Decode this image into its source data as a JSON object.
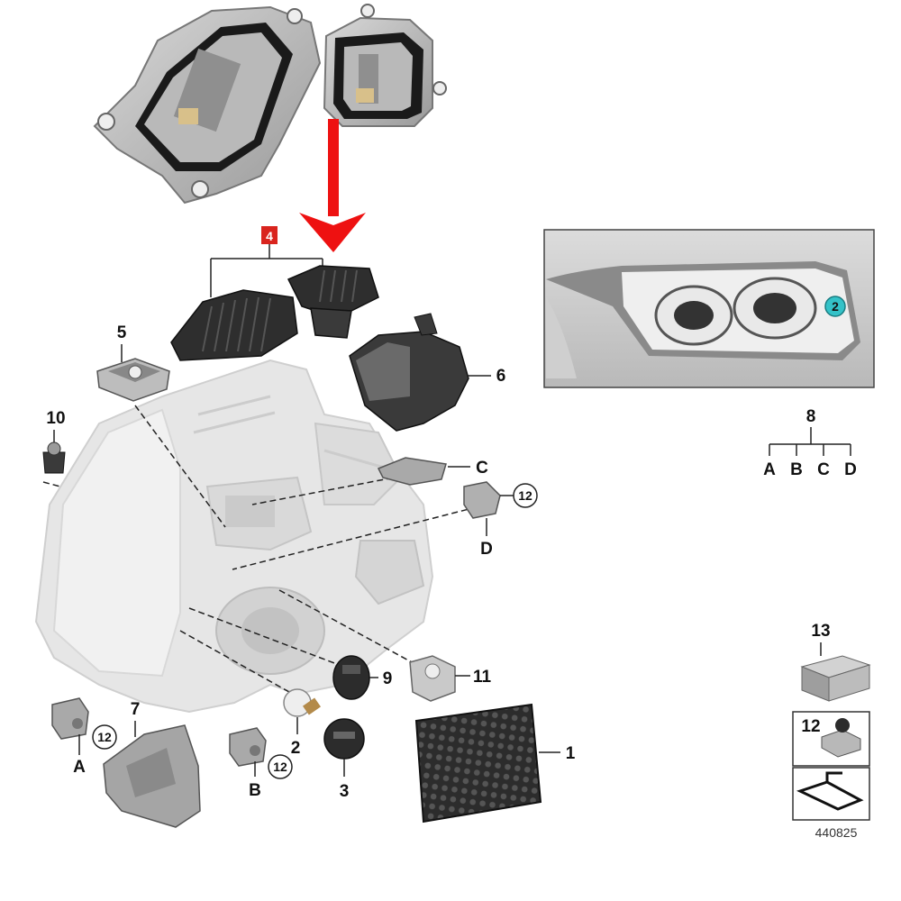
{
  "diagram": {
    "callouts": {
      "p1": "1",
      "p2": "2",
      "p3": "3",
      "p4": "4",
      "p5": "5",
      "p6": "6",
      "p7": "7",
      "p8": "8",
      "p9": "9",
      "p10": "10",
      "p11": "11",
      "p13": "13",
      "p12a": "12",
      "p12b": "12",
      "p12d": "12",
      "p12legend": "12",
      "inset_badge": "2"
    },
    "letters": {
      "A": "A",
      "B": "B",
      "C": "C",
      "D": "D",
      "tree_A": "A",
      "tree_B": "B",
      "tree_C": "C",
      "tree_D": "D"
    },
    "reference_number": "440825",
    "colors": {
      "arrow": "#ee1111",
      "badge_4": "#d9241e",
      "inset_badge": "#34c2c8",
      "part_dark": "#2c2c2c",
      "housing": "#e6e6e6"
    }
  }
}
